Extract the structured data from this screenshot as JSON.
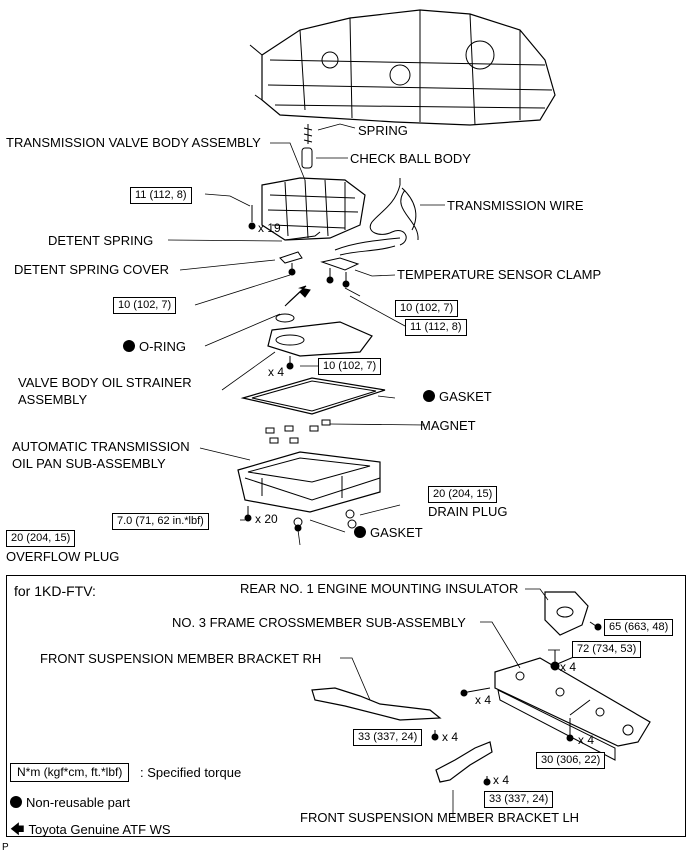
{
  "labels": {
    "spring": "SPRING",
    "check_ball_body": "CHECK BALL BODY",
    "valve_body_assembly": "TRANSMISSION VALVE BODY ASSEMBLY",
    "transmission_wire": "TRANSMISSION WIRE",
    "detent_spring": "DETENT SPRING",
    "detent_spring_cover": "DETENT SPRING COVER",
    "temp_sensor_clamp": "TEMPERATURE SENSOR CLAMP",
    "o_ring": "O-RING",
    "strainer_line1": "VALVE BODY OIL STRAINER",
    "strainer_line2": "ASSEMBLY",
    "gasket_pan": "GASKET",
    "magnet": "MAGNET",
    "oil_pan_line1": "AUTOMATIC TRANSMISSION",
    "oil_pan_line2": "OIL PAN SUB-ASSEMBLY",
    "drain_plug": "DRAIN PLUG",
    "gasket_plug": "GASKET",
    "overflow_plug": "OVERFLOW PLUG",
    "for_engine": "for 1KD-FTV:",
    "rear_insulator": "REAR NO. 1 ENGINE MOUNTING INSULATOR",
    "crossmember": "NO. 3 FRAME CROSSMEMBER SUB-ASSEMBLY",
    "bracket_rh": "FRONT SUSPENSION MEMBER BRACKET RH",
    "bracket_lh": "FRONT SUSPENSION MEMBER BRACKET LH",
    "fig_code": "P"
  },
  "torques": {
    "valve_body_bolt": "11 (112, 8)",
    "detent_cover_bolt": "10 (102, 7)",
    "clamp_bolt_a": "10 (102, 7)",
    "clamp_bolt_b": "11 (112, 8)",
    "strainer_bolt": "10 (102, 7)",
    "drain_plug": "20 (204, 15)",
    "oil_pan_bolt": "7.0 (71, 62 in.*lbf)",
    "overflow_plug": "20 (204, 15)",
    "insulator_nut": "65 (663, 48)",
    "crossmember_nut": "72 (734, 53)",
    "crossmember_bolt_bottom": "30 (306, 22)",
    "bracket_rh_bolt": "33 (337, 24)",
    "bracket_lh_bolt": "33 (337, 24)"
  },
  "quantities": {
    "valve_body_bolts": "x 19",
    "strainer_bolts": "x 4",
    "oil_pan_bolts": "x 20",
    "crossmember_nuts": "x 4",
    "crossmember_bolts_mid": "x 4",
    "crossmember_bolts_bottom": "x 4",
    "bracket_rh_bolts": "x 4",
    "bracket_lh_bolts": "x 4"
  },
  "legend": {
    "torque_box": "N*m (kgf*cm, ft.*lbf)",
    "torque_text": ": Specified torque",
    "non_reusable": "Non-reusable part",
    "atf": "Toyota Genuine ATF WS"
  },
  "icons": {
    "non_reusable_marker": "filled-circle-icon",
    "atf_marker": "arrow-left-icon"
  }
}
